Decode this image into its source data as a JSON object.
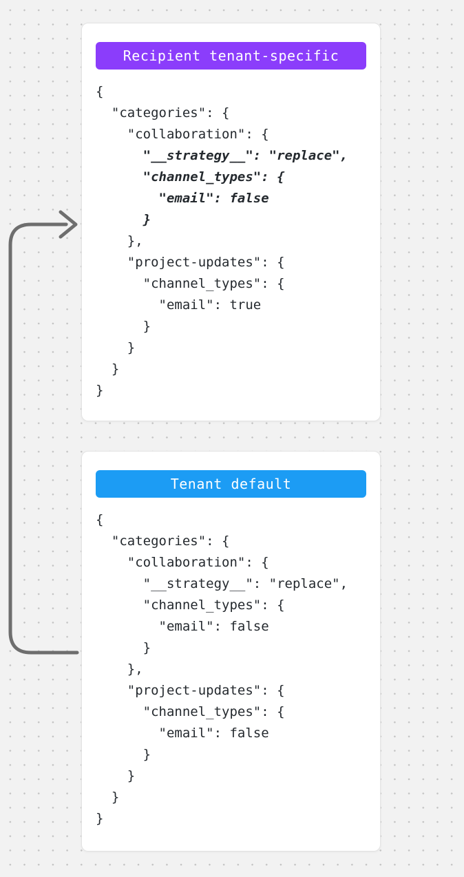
{
  "canvas": {
    "background_color": "#f2f2f2",
    "dot_color": "#c2c2c2"
  },
  "arrow": {
    "description": "tenant-default-to-recipient-merge-arrow",
    "color": "#6e6e6e"
  },
  "cards": [
    {
      "badge_label": "Recipient tenant-specific",
      "badge_color": "#8b3dfb",
      "code_lines": [
        {
          "text": "{",
          "emphasis": false
        },
        {
          "text": "  \"categories\": {",
          "emphasis": false
        },
        {
          "text": "    \"collaboration\": {",
          "emphasis": false
        },
        {
          "text": "      \"__strategy__\": \"replace\",",
          "emphasis": true
        },
        {
          "text": "      \"channel_types\": {",
          "emphasis": true
        },
        {
          "text": "        \"email\": false",
          "emphasis": true
        },
        {
          "text": "      }",
          "emphasis": true
        },
        {
          "text": "    },",
          "emphasis": false
        },
        {
          "text": "    \"project-updates\": {",
          "emphasis": false
        },
        {
          "text": "      \"channel_types\": {",
          "emphasis": false
        },
        {
          "text": "        \"email\": true",
          "emphasis": false
        },
        {
          "text": "      }",
          "emphasis": false
        },
        {
          "text": "    }",
          "emphasis": false
        },
        {
          "text": "  }",
          "emphasis": false
        },
        {
          "text": "}",
          "emphasis": false
        }
      ]
    },
    {
      "badge_label": "Tenant default",
      "badge_color": "#1c9cf4",
      "code_lines": [
        {
          "text": "{",
          "emphasis": false
        },
        {
          "text": "  \"categories\": {",
          "emphasis": false
        },
        {
          "text": "    \"collaboration\": {",
          "emphasis": false
        },
        {
          "text": "      \"__strategy__\": \"replace\",",
          "emphasis": false
        },
        {
          "text": "      \"channel_types\": {",
          "emphasis": false
        },
        {
          "text": "        \"email\": false",
          "emphasis": false
        },
        {
          "text": "      }",
          "emphasis": false
        },
        {
          "text": "    },",
          "emphasis": false
        },
        {
          "text": "    \"project-updates\": {",
          "emphasis": false
        },
        {
          "text": "      \"channel_types\": {",
          "emphasis": false
        },
        {
          "text": "        \"email\": false",
          "emphasis": false
        },
        {
          "text": "      }",
          "emphasis": false
        },
        {
          "text": "    }",
          "emphasis": false
        },
        {
          "text": "  }",
          "emphasis": false
        },
        {
          "text": "}",
          "emphasis": false
        }
      ]
    }
  ]
}
